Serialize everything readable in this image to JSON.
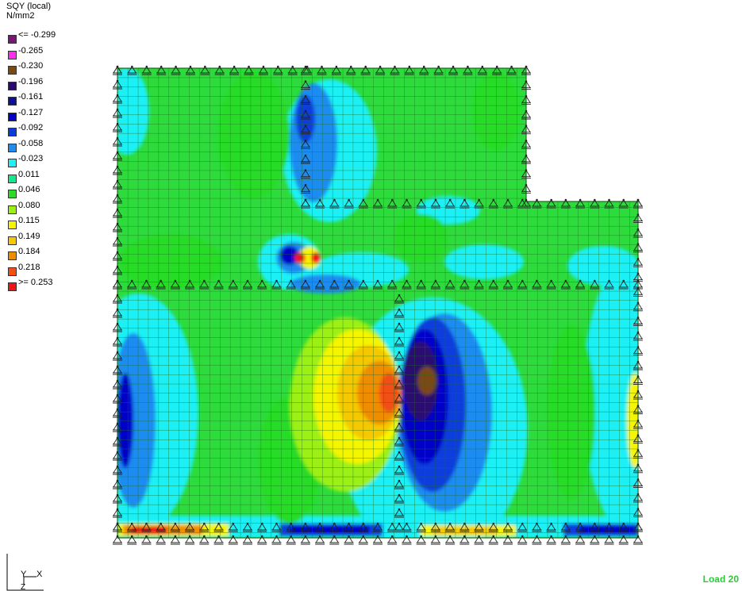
{
  "legend": {
    "title": "SQY (local)",
    "unit": "N/mm2",
    "entries": [
      {
        "label": "<= -0.299",
        "color": "#7a157a"
      },
      {
        "label": "-0.265",
        "color": "#ff2bf0"
      },
      {
        "label": "-0.230",
        "color": "#7a4a14"
      },
      {
        "label": "-0.196",
        "color": "#2a0a6e"
      },
      {
        "label": "-0.161",
        "color": "#0f0f9c"
      },
      {
        "label": "-0.127",
        "color": "#0000c8"
      },
      {
        "label": "-0.092",
        "color": "#0a3cdc"
      },
      {
        "label": "-0.058",
        "color": "#1e8cf0"
      },
      {
        "label": "-0.023",
        "color": "#1ef0f5"
      },
      {
        "label": "0.011",
        "color": "#14e88c"
      },
      {
        "label": "0.046",
        "color": "#28dc28"
      },
      {
        "label": "0.080",
        "color": "#9cf014"
      },
      {
        "label": "0.115",
        "color": "#f5f500"
      },
      {
        "label": "0.149",
        "color": "#f5c800"
      },
      {
        "label": "0.184",
        "color": "#f08c00"
      },
      {
        "label": "0.218",
        "color": "#f05014"
      },
      {
        "label": ">= 0.253",
        "color": "#f01414"
      }
    ]
  },
  "axes": {
    "y_label": "Y",
    "x_label": "X",
    "z_label": "Z"
  },
  "load_case": "Load 20",
  "colors": {
    "mesh": "#1a6e1a",
    "support": "#222222",
    "base": "#2ddc3c"
  },
  "icons": {
    "support": "pinned-support-icon"
  }
}
